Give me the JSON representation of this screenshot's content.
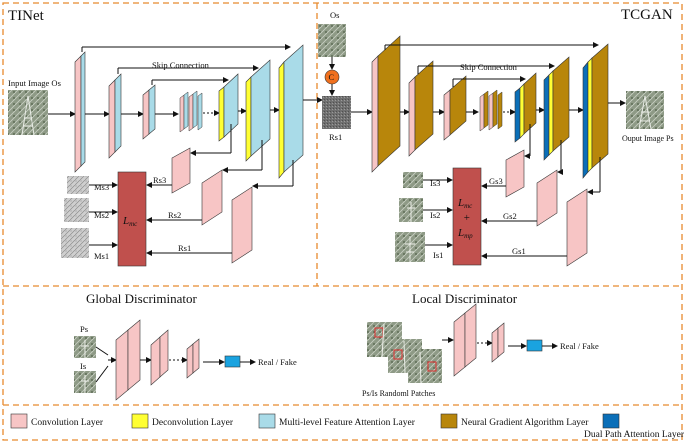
{
  "titles": {
    "tinet": "TINet",
    "tcgan": "TCGAN",
    "global_discriminator": "Global Discriminator",
    "local_discriminator": "Local Discriminator"
  },
  "tinet": {
    "input_label": "Input Image Os",
    "skip_label": "Skip Connection",
    "loss_symbol": "L",
    "loss_sub": "mc",
    "ms_labels": [
      "Ms3",
      "Ms2",
      "Ms1"
    ],
    "rs_labels": [
      "Rs3",
      "Rs2",
      "Rs1"
    ]
  },
  "bridge": {
    "os_label": "Os",
    "concat_symbol": "C",
    "rs1_label": "Rs1"
  },
  "tcgan": {
    "skip_label": "Skip Connection",
    "output_label": "Ouput Image Ps",
    "loss_top": "L",
    "loss_top_sub": "mc",
    "loss_plus": "+",
    "loss_bottom": "L",
    "loss_bottom_sub": "mp",
    "is_labels": [
      "Is3",
      "Is2",
      "Is1"
    ],
    "gs_labels": [
      "Gs3",
      "Gs2",
      "Gs1"
    ]
  },
  "global_disc": {
    "ps_label": "Ps",
    "is_label": "Is",
    "out_label": "Real / Fake"
  },
  "local_disc": {
    "patch_label": "Ps/Is Randoml Patches",
    "out_label": "Real / Fake"
  },
  "legend": [
    {
      "label": "Convolution Layer",
      "color": "#f7c5c5"
    },
    {
      "label": "Deconvolution Layer",
      "color": "#ffff33"
    },
    {
      "label": "Multi-level Feature Attention Layer",
      "color": "#a9dbe8"
    },
    {
      "label": "Neural Gradient Algorithm Layer",
      "color": "#b8860b"
    },
    {
      "label": "Dual Path Attention Layer",
      "color": "#0b6fb8"
    }
  ],
  "colors": {
    "conv": "#f7c5c5",
    "deconv": "#ffff33",
    "mfa": "#a9dbe8",
    "nga": "#b8860b",
    "dpa": "#0b6fb8",
    "loss_box": "#c0504d",
    "concat": "#f0701e",
    "separator": "#e88a2e"
  }
}
